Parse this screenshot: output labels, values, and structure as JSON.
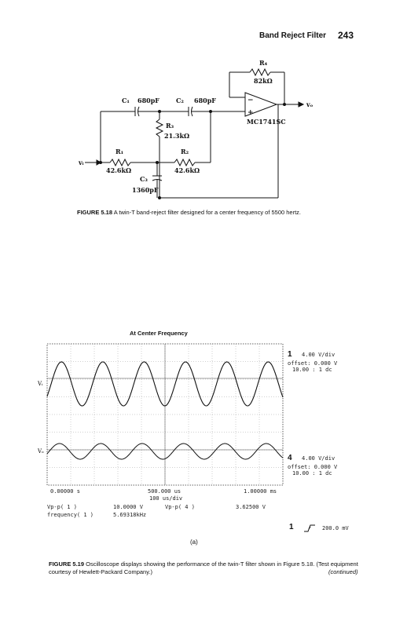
{
  "header": {
    "title": "Band Reject Filter",
    "page_number": "243"
  },
  "figure_518": {
    "labels": {
      "r4": "R₄",
      "r4_value": "82kΩ",
      "c1": "C₁",
      "c1_value": "680pF",
      "c2": "C₂",
      "c2_value": "680pF",
      "r3": "R₃",
      "r3_value": "21.3kΩ",
      "r1": "R₁",
      "r1_value": "42.6kΩ",
      "r2": "R₂",
      "r2_value": "42.6kΩ",
      "c3": "C₃",
      "c3_value": "1360pF",
      "opamp": "MC1741SC",
      "vi": "vᵢ",
      "vo": "vₒ",
      "minus": "−",
      "plus": "+"
    },
    "caption_label": "FIGURE 5.18",
    "caption_text": "A twin-T band-reject filter designed for a center frequency of 5500 hertz."
  },
  "figure_519": {
    "title": "At Center Frequency",
    "trace_labels": {
      "vi": "Vᵢ",
      "vo": "Vₒ"
    },
    "ch1": {
      "num": "1",
      "vdiv": "4.00  V/div",
      "offset": "offset: 0.000  V",
      "extra": "10.00  : 1    dc"
    },
    "ch4": {
      "num": "4",
      "vdiv": "4.00  V/div",
      "offset": "offset: 0.000  V",
      "extra": "10.00  : 1    dc"
    },
    "time_start": "0.00000  s",
    "time_mid": "500.000 us",
    "time_div": "100  us/div",
    "time_end": "1.00000 ms",
    "meas_row1_label": "Vp-p( 1 )",
    "meas_row1_value": "10.0000 V",
    "meas_row1b_label": "Vp-p( 4 )",
    "meas_row1b_value": "3.62500 V",
    "meas_row2_label": "frequency( 1 )",
    "meas_row2_value": "5.69318kHz",
    "trigger_channel": "1",
    "trigger_level": "200.0 mV",
    "subfig_label": "(a)",
    "caption_label": "FIGURE 5.19",
    "caption_text": "Oscilloscope displays showing the performance of the twin-T filter shown in Figure 5.18. (Test equipment courtesy of Hewlett-Packard Company.)",
    "caption_continued": "(continued)"
  }
}
